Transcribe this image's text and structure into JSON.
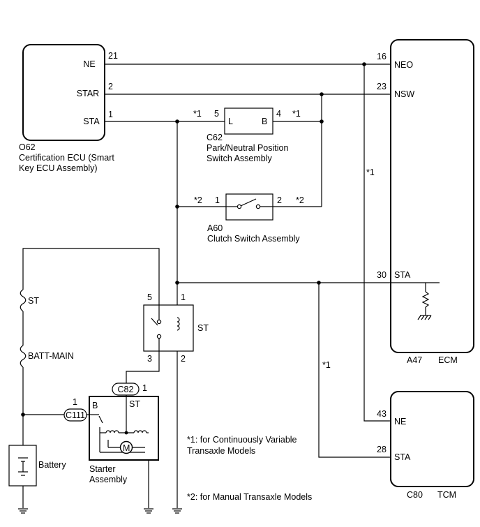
{
  "ecu_cert": {
    "id": "O62",
    "name_line1": "Certification ECU (Smart",
    "name_line2": "Key ECU Assembly)",
    "pins": [
      {
        "label": "NE",
        "num": "21"
      },
      {
        "label": "STAR",
        "num": "2"
      },
      {
        "label": "STA",
        "num": "1"
      }
    ]
  },
  "ecm": {
    "id": "A47",
    "name": "ECM",
    "pins": [
      {
        "label": "NEO",
        "num": "16"
      },
      {
        "label": "NSW",
        "num": "23"
      },
      {
        "label": "STA",
        "num": "30"
      }
    ]
  },
  "tcm": {
    "id": "C80",
    "name": "TCM",
    "pins": [
      {
        "label": "NE",
        "num": "43"
      },
      {
        "label": "STA",
        "num": "28"
      }
    ]
  },
  "park_neutral": {
    "id": "C62",
    "name_line1": "Park/Neutral Position",
    "name_line2": "Switch Assembly",
    "term_left": "L",
    "term_right": "B",
    "pin_left": "5",
    "pin_right": "4",
    "note_left": "*1",
    "note_right": "*1"
  },
  "clutch": {
    "id": "A60",
    "name": "Clutch Switch Assembly",
    "pin_left": "1",
    "pin_right": "2",
    "note_left": "*2",
    "note_right": "*2"
  },
  "relay": {
    "name": "ST",
    "pins": {
      "p5": "5",
      "p1": "1",
      "p3": "3",
      "p2": "2"
    }
  },
  "fuses": [
    {
      "name": "ST"
    },
    {
      "name": "BATT-MAIN"
    }
  ],
  "battery": {
    "name": "Battery"
  },
  "starter": {
    "name_line1": "Starter",
    "name_line2": "Assembly",
    "term_b": "B",
    "term_st": "ST",
    "motor": "M"
  },
  "connectors": [
    {
      "id": "C82",
      "pin": "1"
    },
    {
      "id": "C111",
      "pin": "1"
    }
  ],
  "wire_notes": {
    "ne_branch": "*1",
    "tcm_sta_branch": "*1"
  },
  "footnotes": {
    "note1_line1": "*1: for Continuously Variable",
    "note1_line2": "Transaxle Models",
    "note2": "*2: for Manual Transaxle Models"
  }
}
